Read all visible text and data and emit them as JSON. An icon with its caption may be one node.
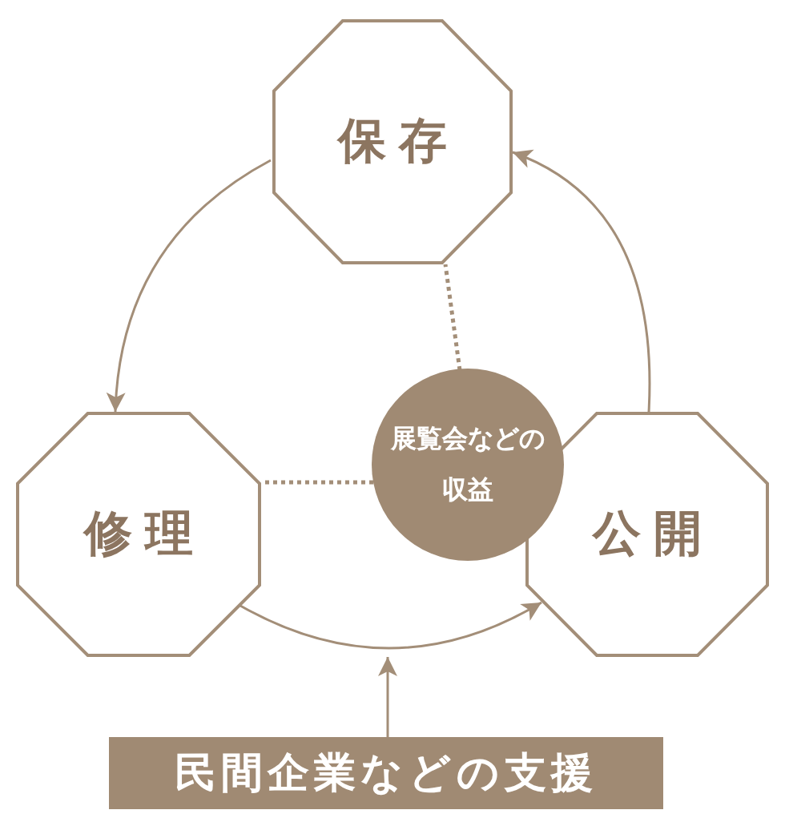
{
  "diagram": {
    "nodes": [
      {
        "text": [
          "保存"
        ]
      },
      {
        "text": [
          "修理"
        ]
      },
      {
        "text": [
          "公開"
        ]
      },
      {
        "text": [
          "展覧会などの収益"
        ]
      },
      {
        "text": [
          "民間企業などの支援"
        ]
      }
    ],
    "edges": [
      {
        "from": 0,
        "to": 1,
        "arrow": "to"
      },
      {
        "from": 1,
        "to": 2,
        "arrow": "to"
      },
      {
        "from": 2,
        "to": 0,
        "arrow": "to"
      },
      {
        "from": 3,
        "to": 0,
        "arrow": "none",
        "style": "dashed"
      },
      {
        "from": 3,
        "to": 1,
        "arrow": "none",
        "style": "dashed"
      },
      {
        "from": 4,
        "to": null,
        "arrow": "to"
      }
    ]
  }
}
